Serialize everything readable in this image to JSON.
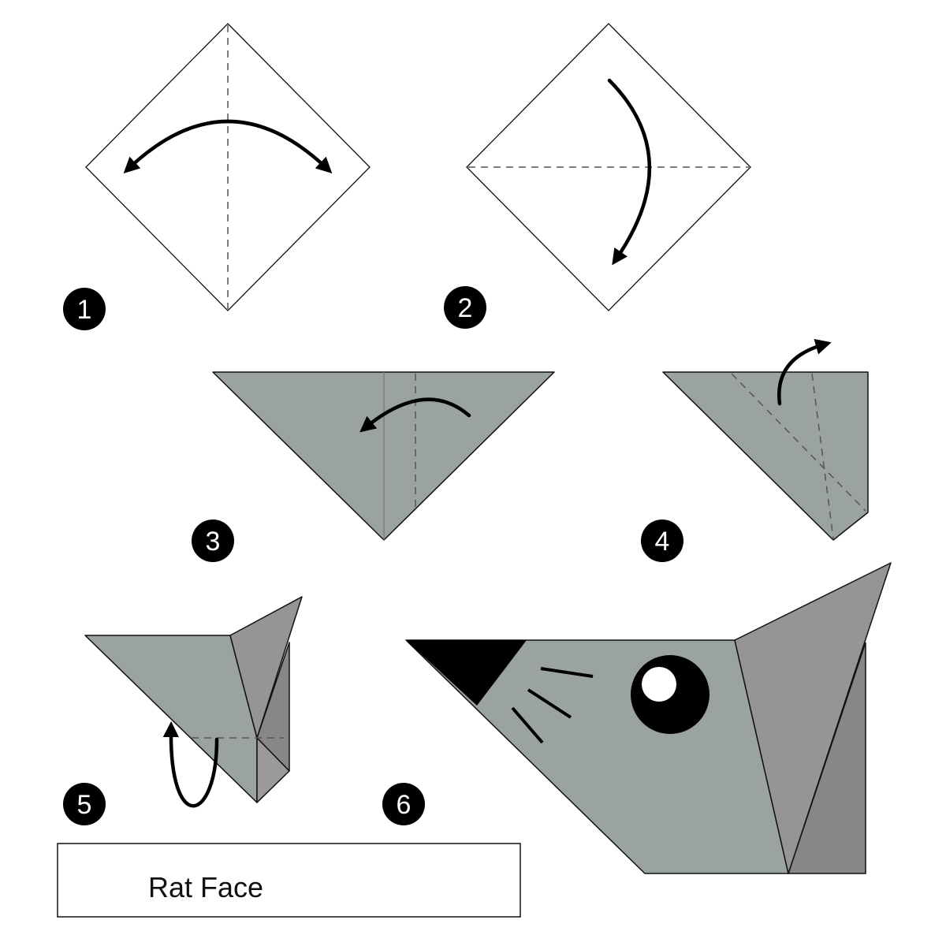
{
  "title_label": "Rat Face",
  "steps": [
    {
      "number": "1"
    },
    {
      "number": "2"
    },
    {
      "number": "3"
    },
    {
      "number": "4"
    },
    {
      "number": "5"
    },
    {
      "number": "6"
    }
  ],
  "colors": {
    "paper": "#9aa3a1",
    "ear_front": "#959595",
    "ear_back": "#878787",
    "nose": "#000000",
    "eye": "#000000"
  }
}
